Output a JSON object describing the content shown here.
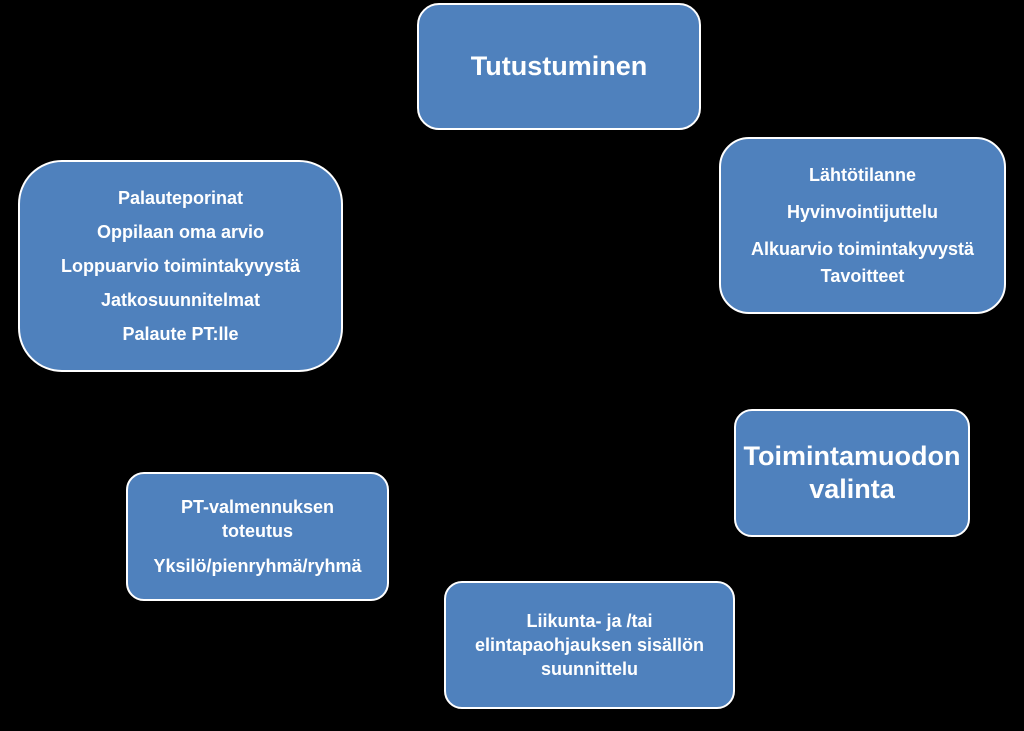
{
  "nodes": {
    "tutustuminen": {
      "lines": [
        "Tutustuminen"
      ]
    },
    "lahtotilanne": {
      "lines": [
        "Lähtötilanne",
        "Hyvinvointijuttelu",
        "Alkuarvio toimintakyvystä",
        "Tavoitteet"
      ]
    },
    "toimintamuoto": {
      "lines": [
        "Toimintamuodon",
        "valinta"
      ]
    },
    "sisalto": {
      "lines": [
        "Liikunta- ja /tai",
        "elintapaohjauksen sisällön",
        "suunnittelu"
      ]
    },
    "toteutus": {
      "lines": [
        "PT-valmennuksen",
        "toteutus",
        "Yksilö/pienryhmä/ryhmä"
      ]
    },
    "arviointi": {
      "lines": [
        "Palauteporinat",
        "Oppilaan oma arvio",
        "Loppuarvio toimintakyvystä",
        "Jatkosuunnitelmat",
        "Palaute PT:lle"
      ]
    }
  },
  "colors": {
    "background": "#000000",
    "node_fill": "#4f81bd",
    "node_border": "#ffffff",
    "text": "#ffffff"
  }
}
